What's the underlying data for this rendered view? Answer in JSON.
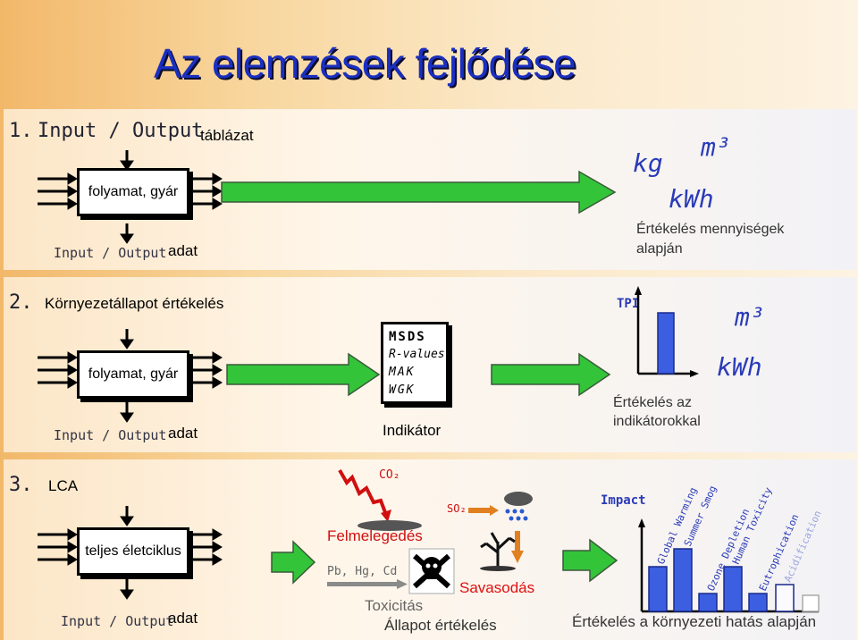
{
  "title": "Az elemzések fejlődése",
  "section1": {
    "number": "1.",
    "heading": "Input / Output",
    "heading_suffix": "táblázat",
    "process_box": "folyamat, gyár",
    "io_label": "Input / Output",
    "io_suffix": "adat",
    "units": [
      "kg",
      "m³",
      "kWh"
    ],
    "result": "Értékelés mennyiségek alapján"
  },
  "section2": {
    "number": "2.",
    "heading": "Környezetállapot értékelés",
    "process_box": "folyamat, gyár",
    "io_label": "Input / Output",
    "io_suffix": "adat",
    "indicator_items": [
      "MSDS",
      "R-values",
      "MAK",
      "WGK"
    ],
    "indicator_label": "Indikátor",
    "tpi_label": "TPI",
    "units": [
      "m³",
      "kWh"
    ],
    "result": "Értékelés az indikátorokkal"
  },
  "section3": {
    "number": "3.",
    "heading": "LCA",
    "process_box": "teljes életciklus",
    "io_label": "Input / Output",
    "io_suffix": "adat",
    "co2_label": "CO₂",
    "so2_label": "SO₂",
    "metals_label": "Pb, Hg, Cd",
    "effects": {
      "warming": "Felmelegedés",
      "acid": "Savasodás",
      "tox": "Toxicitás"
    },
    "state_label": "Állapot értékelés",
    "impact_label": "Impact",
    "categories": [
      "Global Warming",
      "Summer Smog",
      "Ozone Depletion",
      "Human Toxicity",
      "Eutrophication",
      "Acidification"
    ],
    "result": "Értékelés a környezeti hatás alapján"
  },
  "colors": {
    "title": "#1a2fc0",
    "arrow_green": "#33c43a",
    "bar_blue": "#3b5fe0",
    "label_blue": "#2a3bb8",
    "acid_red": "#e01010"
  }
}
